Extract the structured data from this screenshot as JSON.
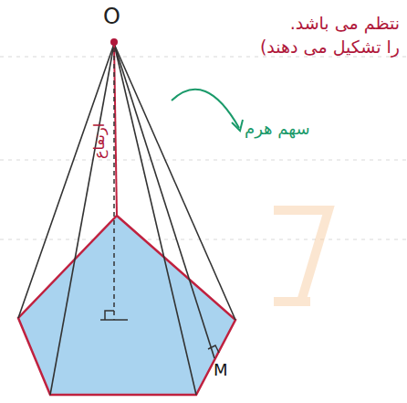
{
  "diagram": {
    "labels": [
      "O",
      "نتظم می باشد.",
      "را تشکیل می دهند)",
      "ارتفاع",
      "سهم هرم",
      "M"
    ]
  }
}
